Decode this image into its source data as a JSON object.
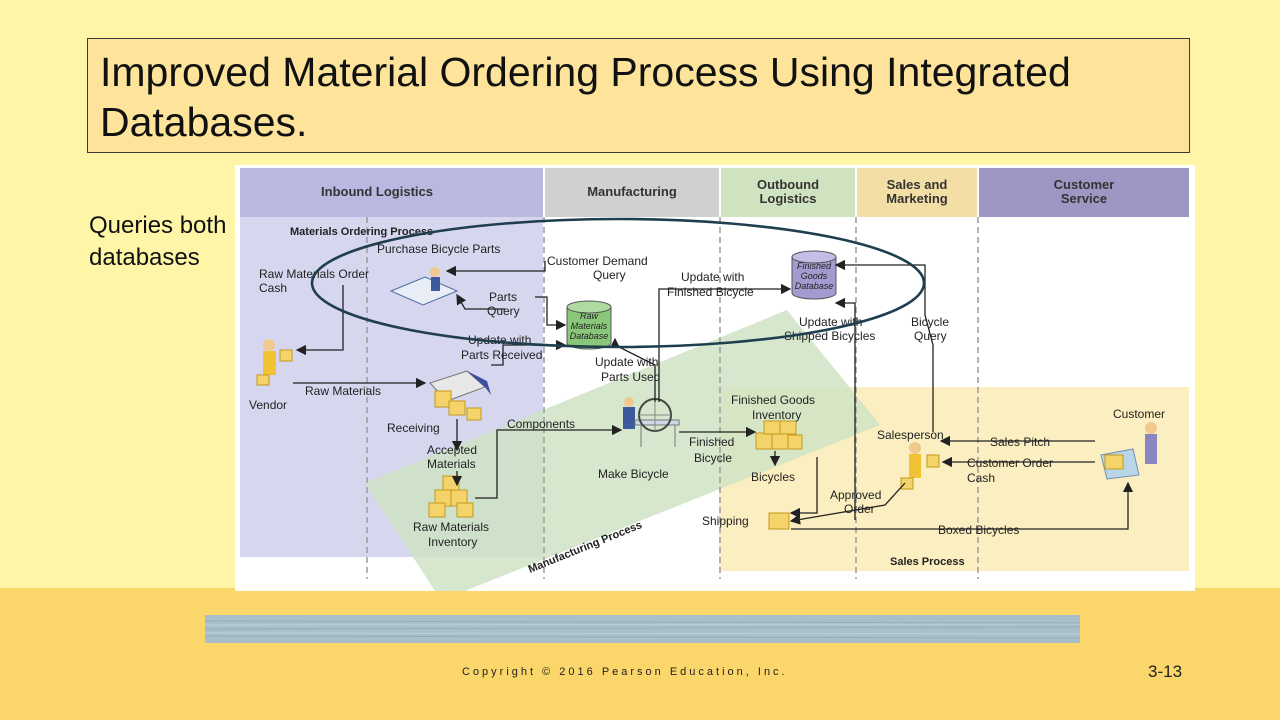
{
  "slide": {
    "title": "Improved Material Ordering Process Using Integrated Databases.",
    "side_note": "Queries both databases",
    "copyright": "Copyright © 2016 Pearson Education, Inc.",
    "page_number": "3-13"
  },
  "diagram": {
    "lanes": [
      "Inbound Logistics",
      "Manufacturing",
      "Outbound Logistics",
      "Sales and Marketing",
      "Customer Service"
    ],
    "process_labels": {
      "materials_ordering": "Materials Ordering Process",
      "manufacturing": "Manufacturing Process",
      "sales": "Sales Process"
    },
    "databases": {
      "raw": [
        "Raw",
        "Materials",
        "Database"
      ],
      "finished": [
        "Finished",
        "Goods",
        "Database"
      ]
    },
    "labels": {
      "purchase_parts": "Purchase Bicycle Parts",
      "raw_order_1": "Raw Materials Order",
      "raw_order_2": "Cash",
      "customer_demand_1": "Customer Demand",
      "customer_demand_2": "Query",
      "update_fin_1": "Update with",
      "update_fin_2": "Finished Bicycle",
      "parts_query_1": "Parts",
      "parts_query_2": "Query",
      "update_received_1": "Update with",
      "update_received_2": "Parts Received",
      "update_used_1": "Update with",
      "update_used_2": "Parts Used",
      "update_shipped_1": "Update with",
      "update_shipped_2": "Shipped Bicycles",
      "bicycle_query_1": "Bicycle",
      "bicycle_query_2": "Query",
      "vendor": "Vendor",
      "raw_materials": "Raw Materials",
      "receiving": "Receiving",
      "accepted_1": "Accepted",
      "accepted_2": "Materials",
      "raw_inventory_1": "Raw Materials",
      "raw_inventory_2": "Inventory",
      "components": "Components",
      "make_bicycle": "Make Bicycle",
      "finished_bicycle_1": "Finished",
      "finished_bicycle_2": "Bicycle",
      "fg_inventory_1": "Finished Goods",
      "fg_inventory_2": "Inventory",
      "bicycles": "Bicycles",
      "approved_1": "Approved",
      "approved_2": "Order",
      "shipping": "Shipping",
      "salesperson": "Salesperson",
      "sales_pitch": "Sales Pitch",
      "customer_order_1": "Customer Order",
      "customer_order_2": "Cash",
      "customer": "Customer",
      "boxed_bicycles": "Boxed Bicycles"
    }
  },
  "colors": {
    "slide_background": "#fef6a6",
    "bottom_band": "#fbd66a",
    "title_box": "#fde49a",
    "inbound_lane": "#d6d6ef",
    "manufacturing_band": "#cfe3c4",
    "sales_region": "#fbeec0",
    "highlight_ellipse": "#1f3e4e"
  }
}
